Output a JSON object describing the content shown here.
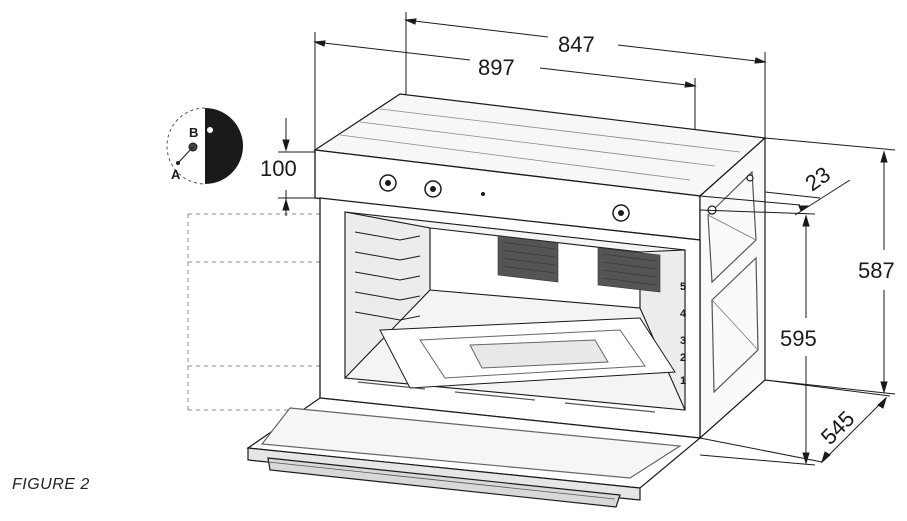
{
  "figure": {
    "caption": "FIGURE 2"
  },
  "dimensions": {
    "overall_width": "847",
    "front_width": "897",
    "panel_height": "100",
    "offset": "23",
    "total_height": "587",
    "body_height": "595",
    "depth": "545"
  },
  "detail": {
    "label_a": "A",
    "label_b": "B"
  },
  "racks": {
    "levels": [
      "5",
      "4",
      "3",
      "2",
      "1"
    ]
  },
  "colors": {
    "line": "#1a1a1a",
    "guide": "#8a8a8a",
    "fill_dark": "#1a1a1a"
  }
}
